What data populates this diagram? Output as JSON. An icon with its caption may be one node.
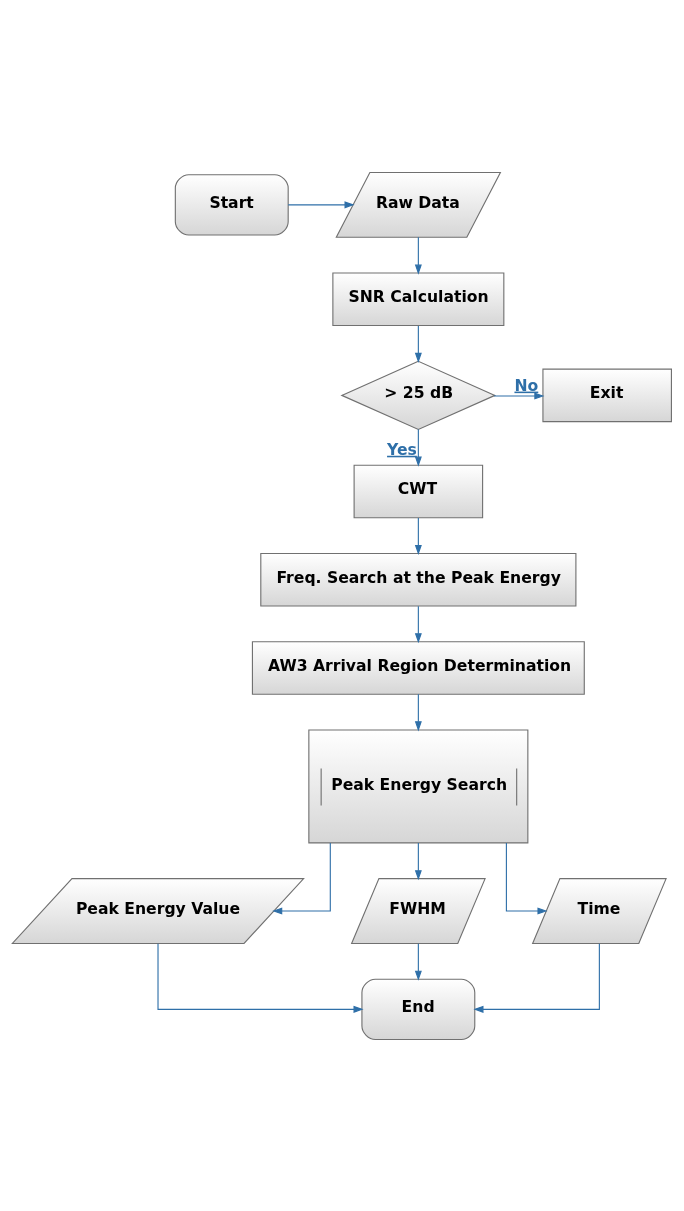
{
  "diagram": {
    "nodes": [
      {
        "text": [
          "Start"
        ]
      },
      {
        "text": [
          "Raw Data"
        ]
      },
      {
        "text": [
          "SNR Calculation"
        ]
      },
      {
        "text": [
          "> 25 dB"
        ]
      },
      {
        "text": [
          "Exit"
        ]
      },
      {
        "text": [
          "CWT"
        ]
      },
      {
        "text": [
          "Freq. Search at the Peak Energy"
        ]
      },
      {
        "text": [
          "AW3 Arrival Region Determination"
        ]
      },
      {
        "text": [
          "Peak Energy Search"
        ]
      },
      {
        "text": [
          "Peak Energy Value"
        ]
      },
      {
        "text": [
          "FWHM"
        ]
      },
      {
        "text": [
          "Time"
        ]
      },
      {
        "text": [
          "End"
        ]
      }
    ],
    "edges": [
      {
        "from": 0,
        "to": 1,
        "arrow": "to"
      },
      {
        "from": 1,
        "to": 2,
        "arrow": "to"
      },
      {
        "from": 2,
        "to": 3,
        "arrow": "to"
      },
      {
        "from": 3,
        "to": 4,
        "arrow": "to",
        "label": "No"
      },
      {
        "from": 3,
        "to": 5,
        "arrow": "to",
        "label": "Yes"
      },
      {
        "from": 5,
        "to": 6,
        "arrow": "to"
      },
      {
        "from": 6,
        "to": 7,
        "arrow": "to"
      },
      {
        "from": 7,
        "to": 8,
        "arrow": "to"
      },
      {
        "from": 8,
        "to": 9,
        "arrow": "to"
      },
      {
        "from": 8,
        "to": 10,
        "arrow": "to"
      },
      {
        "from": 8,
        "to": 11,
        "arrow": "to"
      },
      {
        "from": 9,
        "to": 12,
        "arrow": "to"
      },
      {
        "from": 10,
        "to": 12,
        "arrow": "to"
      },
      {
        "from": 11,
        "to": 12,
        "arrow": "to"
      }
    ]
  }
}
